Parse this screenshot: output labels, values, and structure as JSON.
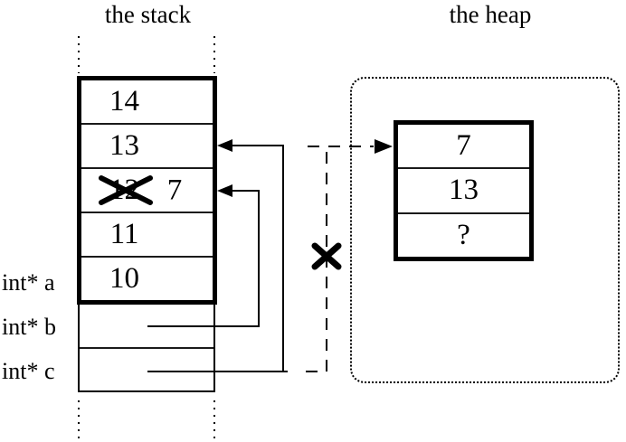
{
  "diagram": {
    "stack_title": "the stack",
    "heap_title": "the heap"
  },
  "stack": {
    "cells": [
      "14",
      "13",
      "12",
      "11",
      "10"
    ],
    "crossed_out_value": "12",
    "replacement_value": "7",
    "var_labels": {
      "a": "int* a",
      "b": "int* b",
      "c": "int* c"
    }
  },
  "heap": {
    "cells": [
      "7",
      "13",
      "?"
    ]
  },
  "colors": {
    "ink": "#000000",
    "background": "#ffffff"
  }
}
